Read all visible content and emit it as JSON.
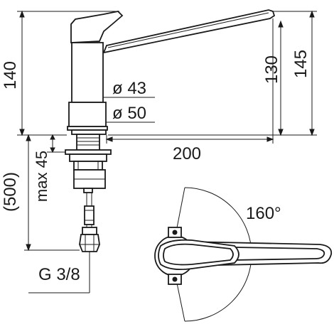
{
  "dimensions": {
    "height_total": "140",
    "height_outlet": "130",
    "height_top": "145",
    "diameter_upper": "ø 43",
    "diameter_lower": "ø 50",
    "reach": "200",
    "hose_length": "(500)",
    "max_thickness": "max 45",
    "thread": "G 3/8",
    "swivel_angle": "160°"
  }
}
